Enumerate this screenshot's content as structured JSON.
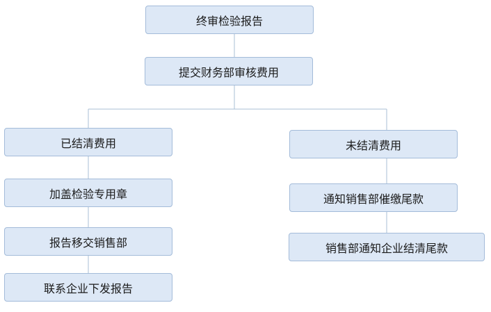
{
  "colors": {
    "box_fill": "#dde8f6",
    "box_border": "#a3bbd9",
    "connector": "#a9bfd6",
    "text": "#1a1a1a"
  },
  "flowchart": {
    "top": [
      "终审检验报告",
      "提交财务部审核费用"
    ],
    "left_branch": [
      "已结清费用",
      "加盖检验专用章",
      "报告移交销售部",
      "联系企业下发报告"
    ],
    "right_branch": [
      "未结清费用",
      "通知销售部催缴尾款",
      "销售部通知企业结清尾款"
    ]
  }
}
